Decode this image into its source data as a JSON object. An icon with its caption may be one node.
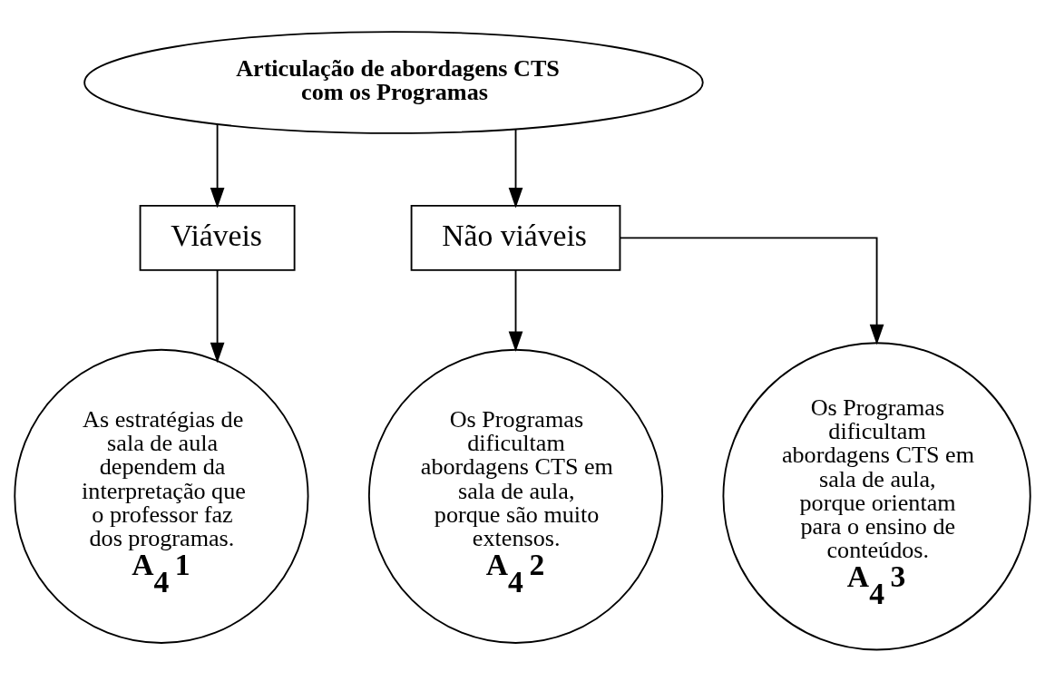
{
  "diagram": {
    "nodes": [
      {
        "text": [
          "Articulação de abordagens CTS com os Programas"
        ]
      },
      {
        "text": [
          "Viáveis"
        ]
      },
      {
        "text": [
          "Não viáveis"
        ]
      },
      {
        "text": [
          "As estratégias de sala de aula dependem da interpretação que o professor faz dos programas.",
          "A$_{4}$ 1"
        ]
      },
      {
        "text": [
          "Os Programas dificultam abordagens CTS em sala de aula, porque são muito extensos.",
          "A$_{4}$ 2"
        ]
      },
      {
        "text": [
          "Os Programas dificultam abordagens CTS em sala de aula, porque orientam para o ensino de conteúdos.",
          "A$_{4}$ 3"
        ]
      }
    ],
    "edges": [
      {
        "from": 0,
        "to": 1,
        "arrow": "to"
      },
      {
        "from": 0,
        "to": 2,
        "arrow": "to"
      },
      {
        "from": 1,
        "to": 3,
        "arrow": "to"
      },
      {
        "from": 2,
        "to": 4,
        "arrow": "to"
      },
      {
        "from": 2,
        "to": 5,
        "arrow": "to"
      }
    ]
  }
}
